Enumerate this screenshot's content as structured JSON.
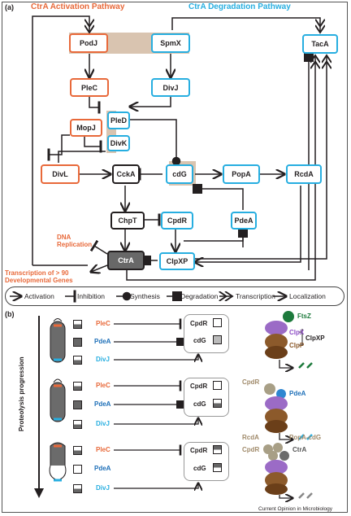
{
  "panel_a_label": "(a)",
  "panel_b_label": "(b)",
  "activation_title": "CtrA Activation Pathway",
  "degradation_title": "CtrA Degradation Pathway",
  "nodes": {
    "podj": "PodJ",
    "spmx": "SpmX",
    "tacA": "TacA",
    "plec": "PleC",
    "divj": "DivJ",
    "mopj": "MopJ",
    "pled": "PleD",
    "divk": "DivK",
    "divl": "DivL",
    "ccka": "CckA",
    "cdg": "cdG",
    "popa": "PopA",
    "rcda": "RcdA",
    "chpt": "ChpT",
    "cpdr": "CpdR",
    "pdea": "PdeA",
    "ctra": "CtrA",
    "clpxp": "ClpXP"
  },
  "notes": {
    "dna_replication": "DNA\nReplication",
    "transcription": "Transcription of > 90\nDevelopmental Genes"
  },
  "legend": {
    "activation": "Activation",
    "inhibition": "Inhibition",
    "synthesis": "Synthesis",
    "degradation": "Degradation",
    "transcription": "Transcription",
    "localization": "Localization"
  },
  "panel_b": {
    "axis_label": "Proteolysis progression",
    "rows": [
      {
        "plec": "PleC",
        "pdea": "PdeA",
        "divj": "DivJ",
        "cpdr": "CpdR",
        "cdg": "cdG"
      },
      {
        "plec": "PleC",
        "pdea": "PdeA",
        "divj": "DivJ",
        "cpdr": "CpdR",
        "cdg": "cdG"
      },
      {
        "plec": "PleC",
        "pdea": "PdeA",
        "divj": "DivJ",
        "cpdr": "CpdR",
        "cdg": "cdG"
      }
    ],
    "ftsz": "FtsZ",
    "clpx": "ClpX",
    "clpp": "ClpP",
    "clpxp": "ClpXP",
    "cpdr_adaptor": "CpdR",
    "pdea_sub": "PdeA",
    "rcda_adaptor": "RcdA",
    "popa_cdg": "PopA-cdG",
    "cpdr_adaptor2": "CpdR",
    "ctra_sub": "CtrA"
  },
  "colors": {
    "activation": "#e8693a",
    "degradation": "#27aee0",
    "shade": "#d9c4b0"
  },
  "footer": "Current Opinion in Microbiology"
}
